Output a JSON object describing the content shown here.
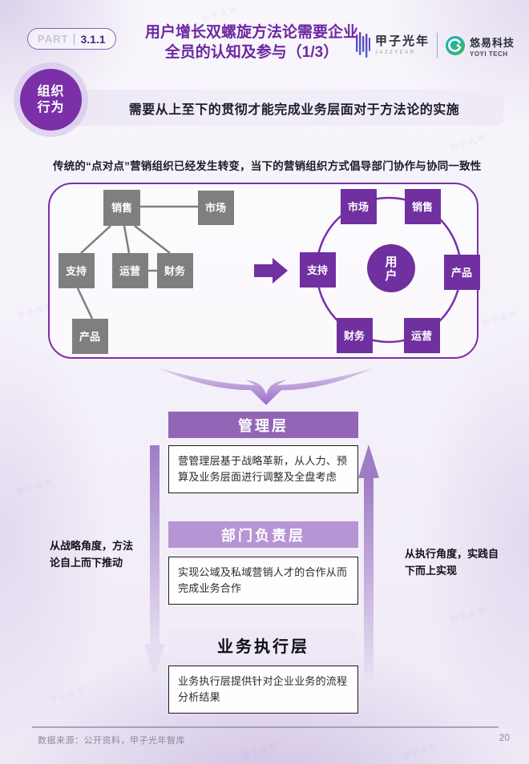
{
  "page": {
    "part_label": "PART",
    "part_number": "3.1.1",
    "title": "用户增长双螺旋方法论需要企业全员的认知及参与（1/3）",
    "page_number": "20",
    "watermark": "甲子光年"
  },
  "logos": {
    "jazzyear": {
      "name": "甲子光年",
      "sub": "JAZZYEAR"
    },
    "yoyi": {
      "name": "悠易科技",
      "sub": "YOYI TECH"
    }
  },
  "section": {
    "badge_line1": "组织",
    "badge_line2": "行为",
    "header": "需要从上至下的贯彻才能完成业务层面对于方法论的实施",
    "subtitle": "传统的“点对点”营销组织已经发生转变，当下的营销组织方式倡导部门协作与协同一致性"
  },
  "diagram": {
    "left_org": {
      "nodes": [
        "销售",
        "市场",
        "支持",
        "运营",
        "财务",
        "产品"
      ]
    },
    "right_org": {
      "center_line1": "用",
      "center_line2": "户",
      "nodes": [
        "市场",
        "销售",
        "支持",
        "产品",
        "财务",
        "运营"
      ]
    }
  },
  "layers": [
    {
      "title": "管理层",
      "desc": "营管理层基于战略革新，从人力、预算及业务层面进行调整及全盘考虑"
    },
    {
      "title": "部门负责层",
      "desc": "实现公域及私域营销人才的合作从而完成业务合作"
    },
    {
      "title": "业务执行层",
      "desc": "业务执行层提供针对企业业务的流程分析结果"
    }
  ],
  "side_labels": {
    "left": "从战略角度，方法论自上而下推动",
    "right": "从执行角度，实践自下而上实现"
  },
  "footer": {
    "source": "数据来源：公开资料，甲子光年智库"
  }
}
